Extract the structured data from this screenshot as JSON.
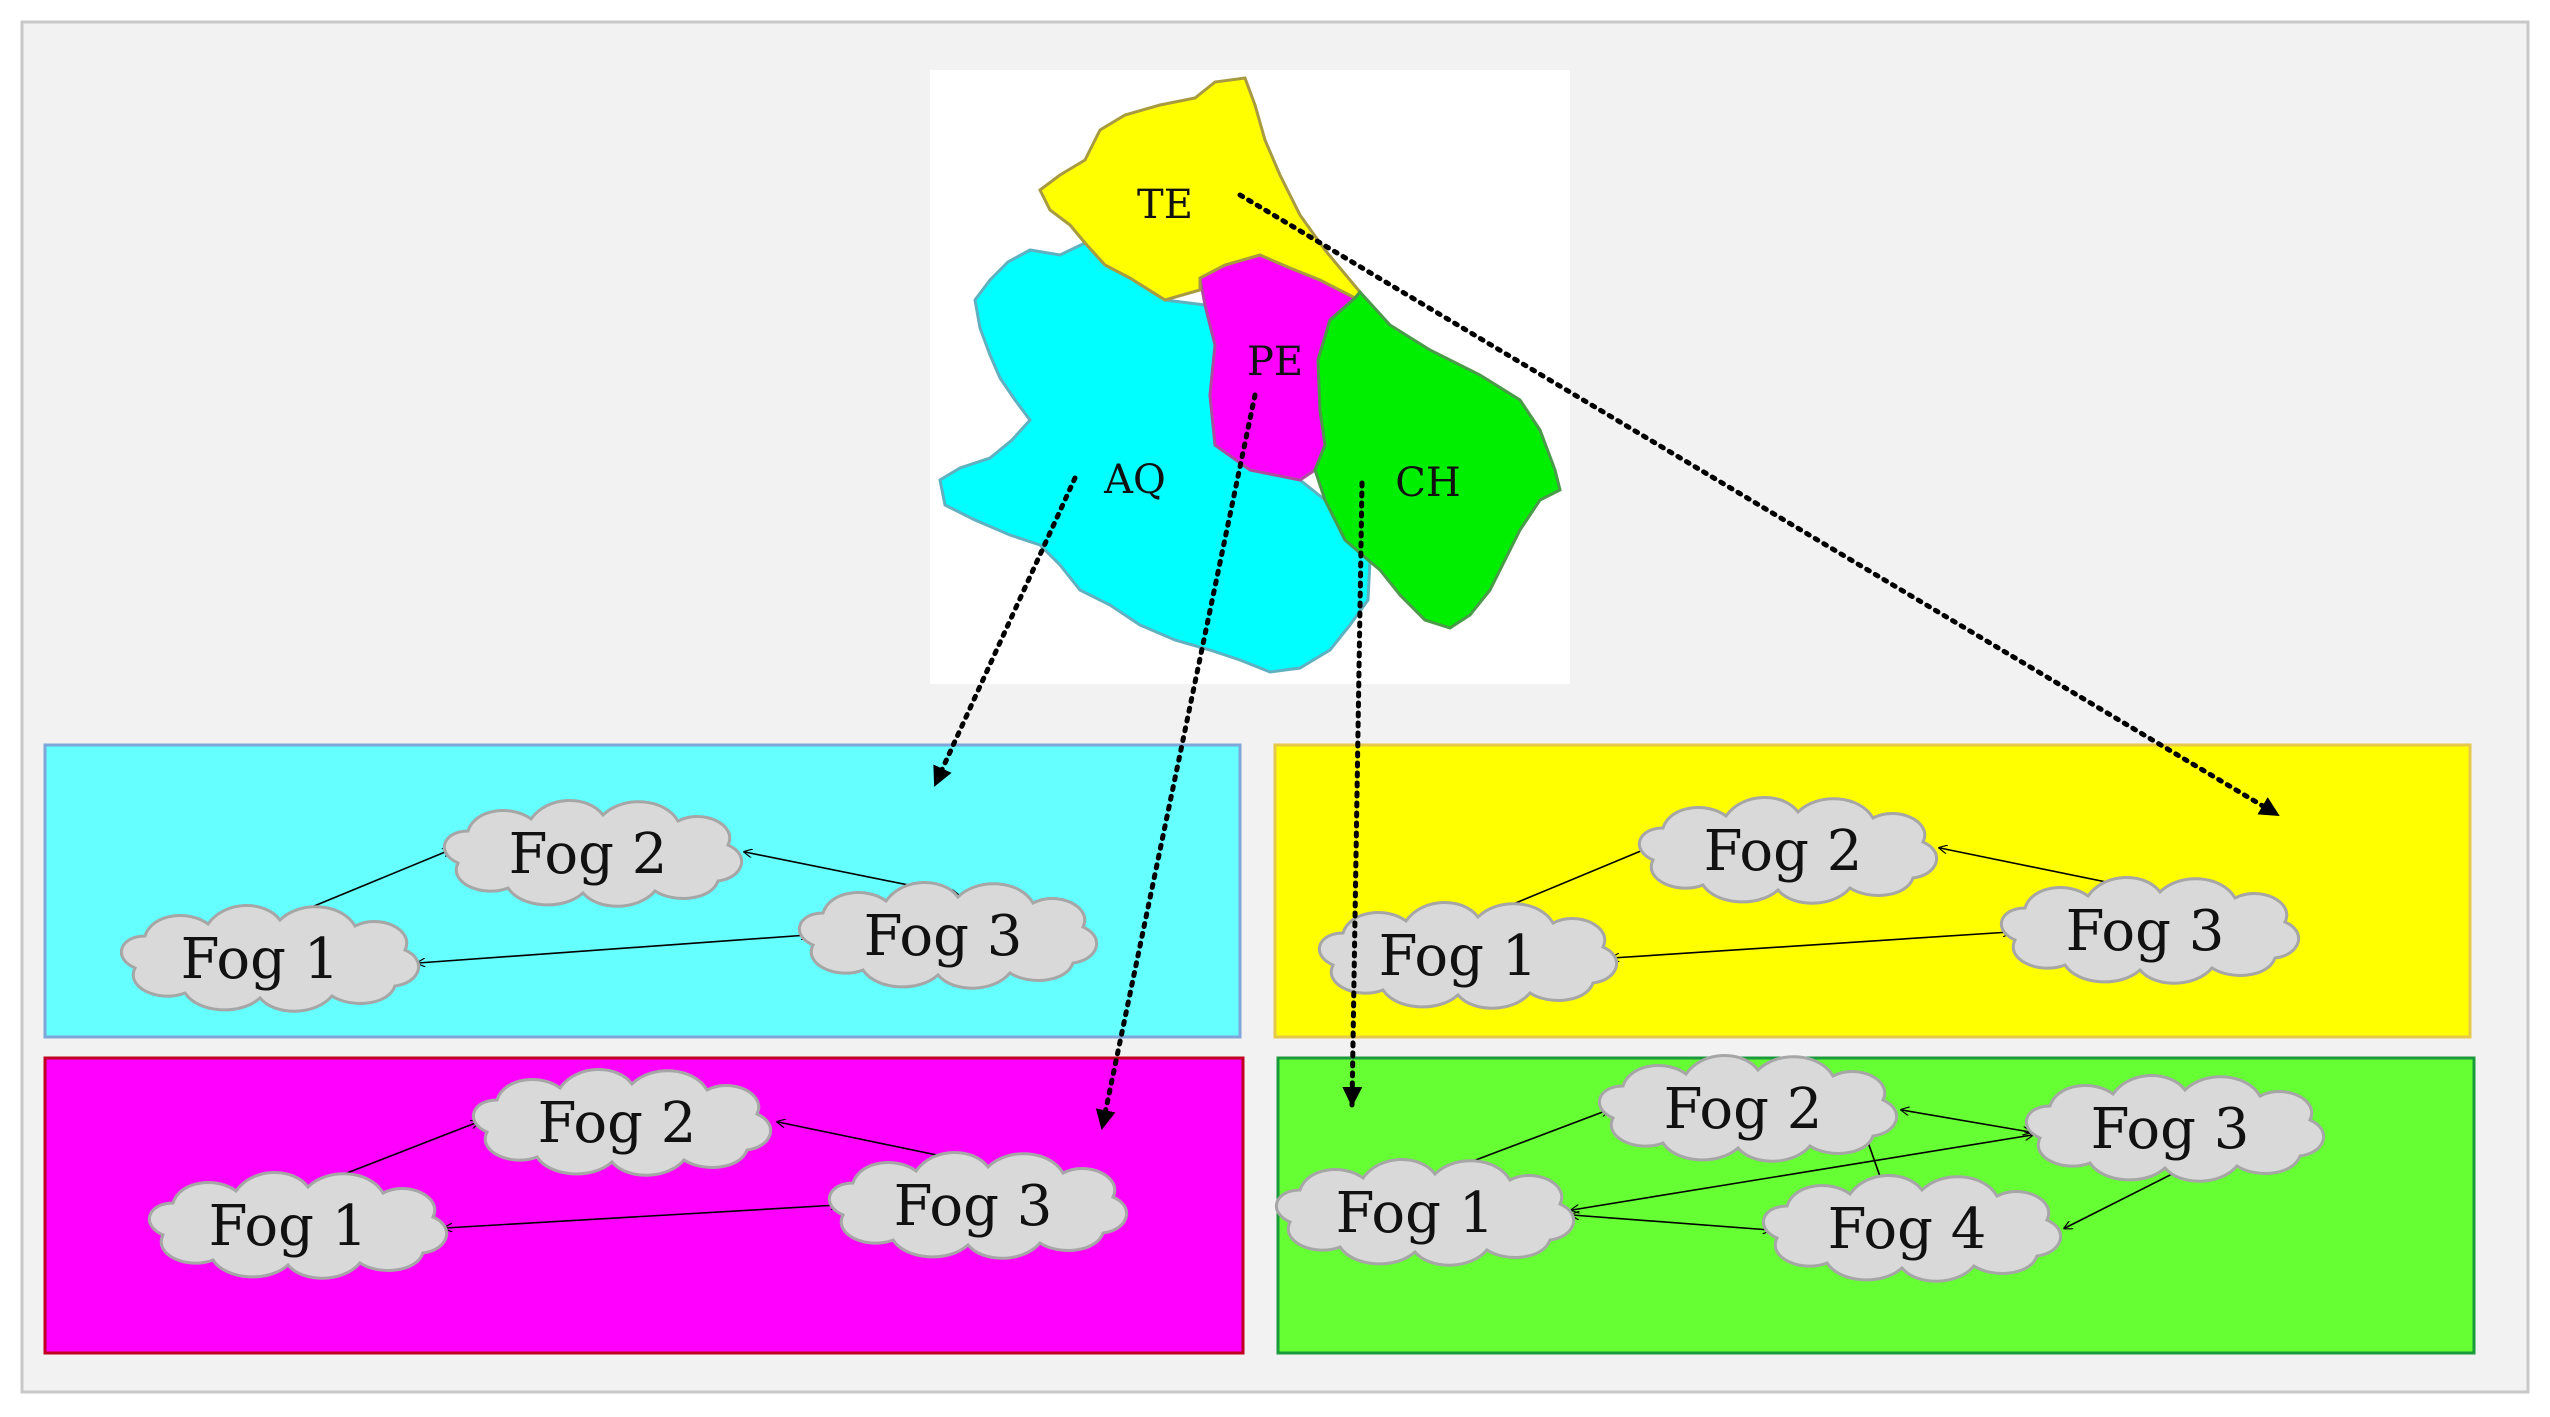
{
  "map": {
    "provinces": [
      {
        "code": "TE",
        "color": "#ffff00"
      },
      {
        "code": "PE",
        "color": "#ff00ff"
      },
      {
        "code": "AQ",
        "color": "#00ffff"
      },
      {
        "code": "CH",
        "color": "#00ee00"
      }
    ]
  },
  "panels": {
    "aq": {
      "color": "#66ffff",
      "border": "#7fa6d9",
      "fogs": [
        "Fog 1",
        "Fog 2",
        "Fog 3"
      ]
    },
    "te": {
      "color": "#ffff00",
      "border": "#e6c84a",
      "fogs": [
        "Fog 1",
        "Fog 2",
        "Fog 3"
      ]
    },
    "pe": {
      "color": "#ff00ff",
      "border": "#c00020",
      "fogs": [
        "Fog 1",
        "Fog 2",
        "Fog 3"
      ]
    },
    "ch": {
      "color": "#66ff33",
      "border": "#1a9a3a",
      "fogs": [
        "Fog 1",
        "Fog 2",
        "Fog 3",
        "Fog 4"
      ]
    }
  },
  "cloud_color": "#d9d9d9",
  "background": "#f2f2f2"
}
